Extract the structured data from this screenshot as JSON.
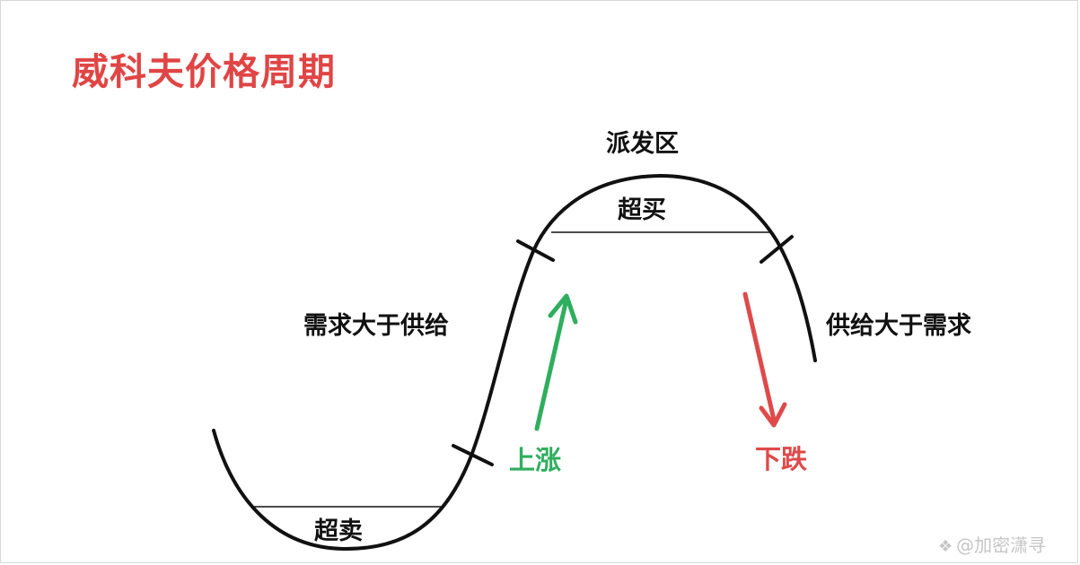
{
  "title": "威科夫价格周期",
  "labels": {
    "distribution": "派发区",
    "overbought": "超买",
    "oversold": "超卖",
    "demand_exceeds_supply": "需求大于供给",
    "supply_exceeds_demand": "供给大于需求",
    "rise": "上涨",
    "fall": "下跌"
  },
  "watermark": {
    "symbol": "❖",
    "text": "@加密潇寻"
  },
  "colors": {
    "title": "#e04545",
    "curve": "#111111",
    "rise": "#2fae5e",
    "fall": "#de4a4a",
    "text": "#111111",
    "watermark": "#c6c6c6"
  }
}
